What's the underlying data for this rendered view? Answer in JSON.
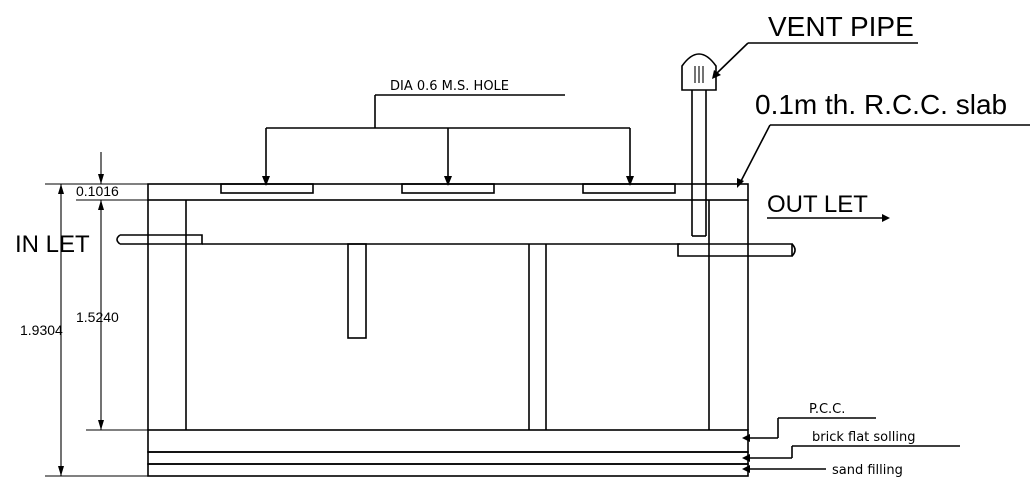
{
  "labels": {
    "vent_pipe": "VENT PIPE",
    "hole": "DIA 0.6 M.S. HOLE",
    "slab": "0.1m th. R.C.C. slab",
    "outlet": "OUT LET",
    "inlet": "IN LET",
    "pcc": "P.C.C.",
    "brick": "brick flat solling",
    "sand": "sand filling"
  },
  "dimensions": {
    "slab_thickness": "0.1016",
    "inner_depth": "1.5240",
    "total_depth": "1.9304"
  }
}
